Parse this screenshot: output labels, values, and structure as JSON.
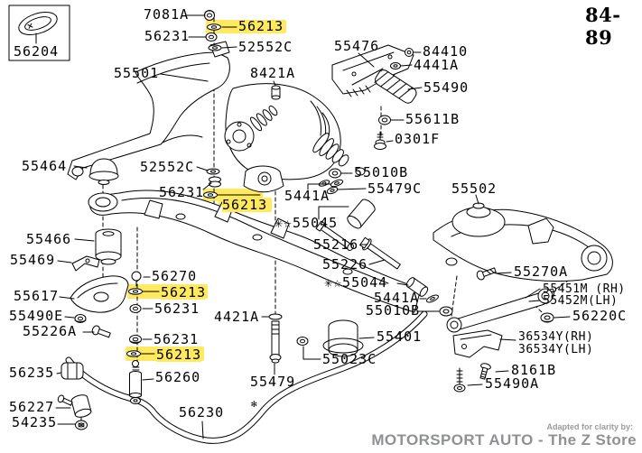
{
  "page": {
    "number": "84-89",
    "credit": "Adapted for clarity by:",
    "brand": "MOTORSPORT AUTO - The Z Store"
  },
  "inset": {
    "label": "56204"
  },
  "colors": {
    "highlight": "#ffe95e",
    "ink": "#000000",
    "brand_gray": "#8f9193"
  },
  "parts": [
    {
      "text": "7081A"
    },
    {
      "text": "56213",
      "highlighted": true
    },
    {
      "text": "56231"
    },
    {
      "text": "52552C"
    },
    {
      "text": "55501"
    },
    {
      "text": "8421A"
    },
    {
      "text": "55476"
    },
    {
      "text": "84410"
    },
    {
      "text": "4441A"
    },
    {
      "text": "55490"
    },
    {
      "text": "55611B"
    },
    {
      "text": "0301F"
    },
    {
      "text": "55010B"
    },
    {
      "text": "55479C"
    },
    {
      "text": "55502"
    },
    {
      "text": "55464"
    },
    {
      "text": "52552C"
    },
    {
      "text": "56231"
    },
    {
      "text": "56213",
      "highlighted": true
    },
    {
      "text": "5441A"
    },
    {
      "text": "✳☆55045"
    },
    {
      "text": "55216"
    },
    {
      "text": "55226"
    },
    {
      "text": "✳☆55044"
    },
    {
      "text": "5441A"
    },
    {
      "text": "55010B"
    },
    {
      "text": "55466"
    },
    {
      "text": "55469"
    },
    {
      "text": "55617"
    },
    {
      "text": "55490E"
    },
    {
      "text": "55226A"
    },
    {
      "text": "56270"
    },
    {
      "text": "56213",
      "highlighted": true
    },
    {
      "text": "56231"
    },
    {
      "text": "56231"
    },
    {
      "text": "56213",
      "highlighted": true
    },
    {
      "text": "56235"
    },
    {
      "text": "56260"
    },
    {
      "text": "56227"
    },
    {
      "text": "54235"
    },
    {
      "text": "56230"
    },
    {
      "text": "4421A"
    },
    {
      "text": "55401"
    },
    {
      "text": "55023C"
    },
    {
      "text": "55479"
    },
    {
      "text": "55270A"
    },
    {
      "text": "55451M (RH)"
    },
    {
      "text": "55452M(LH)"
    },
    {
      "text": "36534Y(RH)"
    },
    {
      "text": "36534Y(LH)"
    },
    {
      "text": "56220C"
    },
    {
      "text": "8161B"
    },
    {
      "text": "55490A"
    }
  ]
}
